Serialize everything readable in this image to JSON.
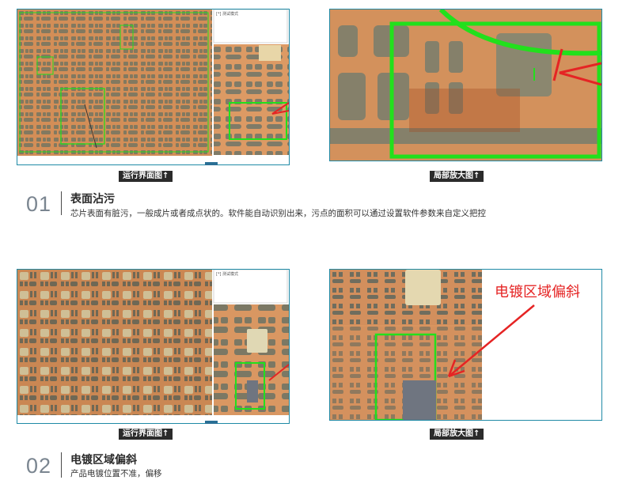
{
  "colors": {
    "panel_border": "#1f8aa6",
    "copper": "#d99560",
    "pad_gray": "#7f7f6c",
    "detect_box": "#22e01c",
    "arrow": "#e52424"
  },
  "row1": {
    "left_caption": "运行界面图",
    "left_caption_icon": "arrow-up-icon",
    "right_caption": "局部放大图",
    "right_caption_icon": "arrow-up-icon",
    "sidebar_label": "[*] 测试模式",
    "number": "01",
    "title": "表面沾污",
    "description": "芯片表面有脏污，一般成片或者成点状的。软件能自动识别出来，污点的面积可以通过设置软件参数来自定义把控"
  },
  "row2": {
    "left_caption": "运行界面图",
    "left_caption_icon": "arrow-up-icon",
    "right_caption": "局部放大图",
    "right_caption_icon": "arrow-up-icon",
    "sidebar_label": "[*] 测试模式",
    "zoom_annotation": "电镀区域偏斜",
    "number": "02",
    "title": "电镀区域偏斜",
    "description": "产品电镀位置不准，偏移"
  }
}
